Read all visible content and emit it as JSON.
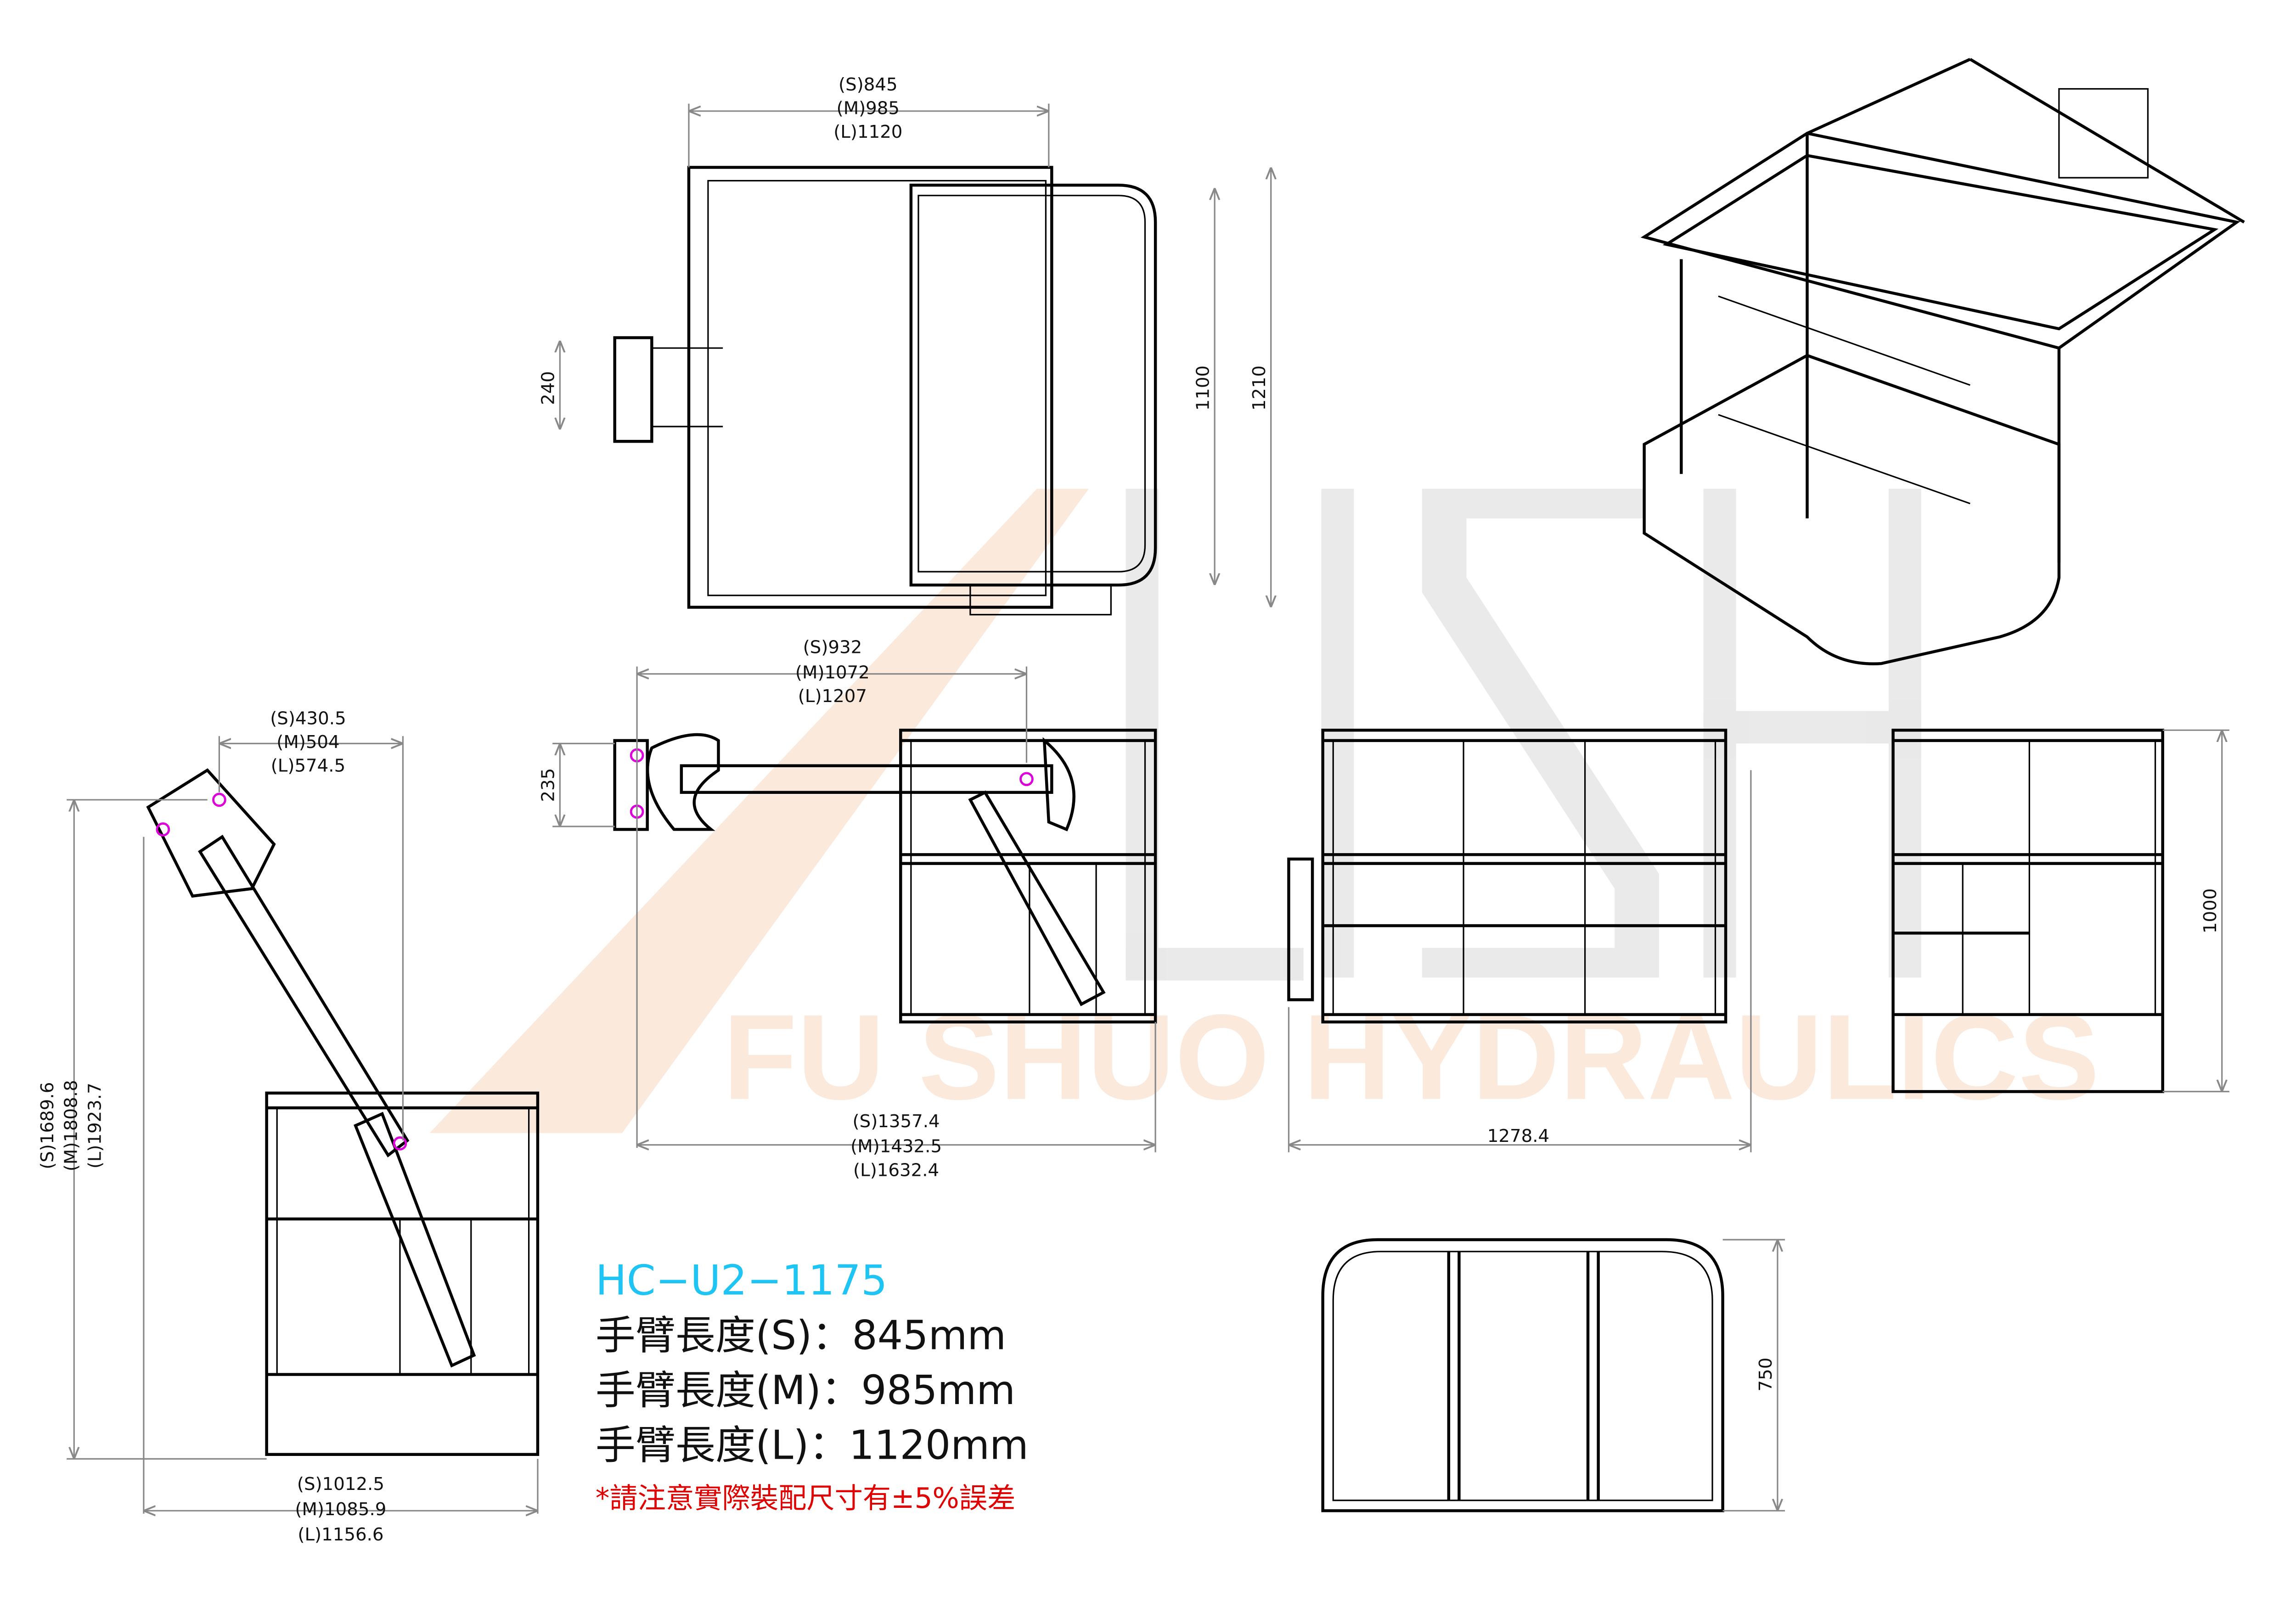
{
  "watermark": {
    "text": "FU SHUO HYDRAULICS",
    "logo_color": "#e6e6e6",
    "accent": "#fbe9dc"
  },
  "top_view": {
    "width_dim": [
      "(S)845",
      "(M)985",
      "(L)1120"
    ],
    "height_inner": "1100",
    "height_outer": "1210",
    "bracket": "240"
  },
  "side_view": {
    "arm_offset": [
      "(S)430.5",
      "(M)504",
      "(L)574.5"
    ],
    "height": [
      "(S)1689.6",
      "(M)1808.8",
      "(L)1923.7"
    ],
    "depth": [
      "(S)1012.5",
      "(M)1085.9",
      "(L)1156.6"
    ]
  },
  "arm_view": {
    "arm_reach": [
      "(S)932",
      "(M)1072",
      "(L)1207"
    ],
    "bracket": "235",
    "overall": [
      "(S)1357.4",
      "(M)1432.5",
      "(L)1632.4"
    ]
  },
  "front_view": {
    "width": "1278.4"
  },
  "right_view": {
    "height": "1000"
  },
  "bottom_view": {
    "depth": "750"
  },
  "spec": {
    "model": "HC−U2−1175",
    "lines": [
      "手臂長度(S)：845mm",
      "手臂長度(M)：985mm",
      "手臂長度(L)：1120mm"
    ],
    "note": "*請注意實際裝配尺寸有±5%誤差",
    "model_color": "#1ec4f4",
    "note_color": "#e00000"
  }
}
